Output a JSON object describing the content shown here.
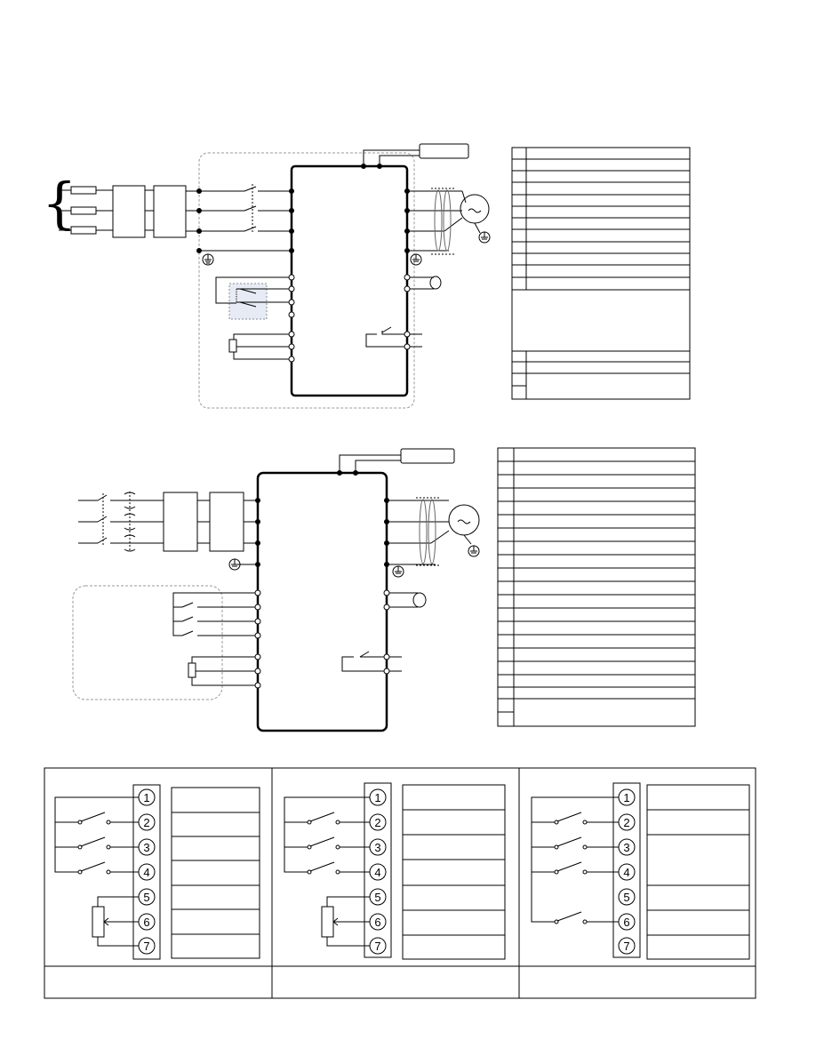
{
  "bottom_panels": [
    {
      "terminals": [
        "1",
        "2",
        "3",
        "4",
        "5",
        "6",
        "7"
      ]
    },
    {
      "terminals": [
        "1",
        "2",
        "3",
        "4",
        "5",
        "6",
        "7"
      ]
    },
    {
      "terminals": [
        "1",
        "2",
        "3",
        "4",
        "5",
        "6",
        "7"
      ]
    }
  ]
}
